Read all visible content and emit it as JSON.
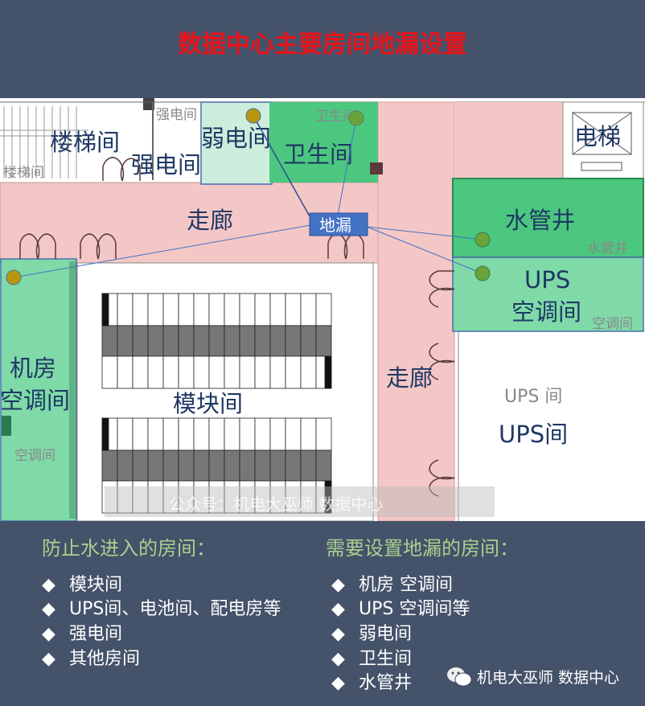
{
  "title": "数据中心主要房间地漏设置",
  "plan": {
    "rooms": {
      "stair": "楼梯间",
      "strong": "强电间",
      "weak": "弱电间",
      "toilet": "卫生间",
      "elevator": "电梯",
      "corridor1": "走廊",
      "corridor2": "走廊",
      "pipe": "水管井",
      "ups_ac_1": "UPS",
      "ups_ac_2": "空调间",
      "crac_1": "机房",
      "crac_2": "空调间",
      "module": "模块间",
      "ups_ghost": "UPS 间",
      "ups": "UPS间"
    },
    "ghost_labels": {
      "stair": "楼梯间",
      "strong": "强电间",
      "toilet": "卫生间",
      "ups_ac": "空调间",
      "pipe": "水管井",
      "crac": "空调间"
    },
    "drain_label": "地漏",
    "watermark": "公众号：机电大巫师 数据中心",
    "colors": {
      "corridor": "#f4c7c7",
      "wet": "#4cc77f",
      "weak": "#cdeedd",
      "crac": "#7fdaa8",
      "drain": "#4472c4",
      "dot": "#b8960c",
      "dot_green": "#6aa33a"
    }
  },
  "left": {
    "heading": "防止水进入的房间：",
    "items": [
      "模块间",
      "UPS间、电池间、配电房等",
      "强电间",
      "其他房间"
    ]
  },
  "right": {
    "heading": "需要设置地漏的房间：",
    "items": [
      "机房 空调间",
      "UPS 空调间等",
      "弱电间",
      "卫生间",
      "水管井"
    ]
  },
  "bullet": "◆",
  "footer_brand": "机电大巫师 数据中心"
}
